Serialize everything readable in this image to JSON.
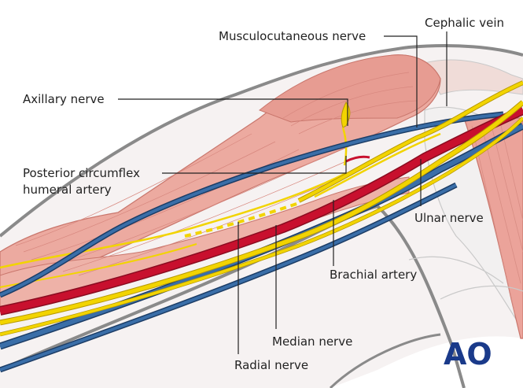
{
  "labels": {
    "musculocutaneous": "Musculocutaneous nerve",
    "cephalic": "Cephalic vein",
    "axillary": "Axillary nerve",
    "posterior_line1": "Posterior circumflex",
    "posterior_line2": "humeral artery",
    "ulnar": "Ulnar nerve",
    "brachial": "Brachial artery",
    "median": "Median nerve",
    "radial": "Radial nerve"
  },
  "logo": {
    "text": "AO"
  },
  "colors": {
    "muscle": "#ecaaa0",
    "muscle_stroke": "#c9766c",
    "nerve": "#f2d400",
    "nerve_stroke": "#b89a00",
    "artery": "#c8102e",
    "vein": "#2e5e94",
    "vein_stroke": "#1c3d66",
    "outline": "#8a8a8a",
    "skin": "#f3eeee",
    "logo": "#1a3a8a"
  }
}
